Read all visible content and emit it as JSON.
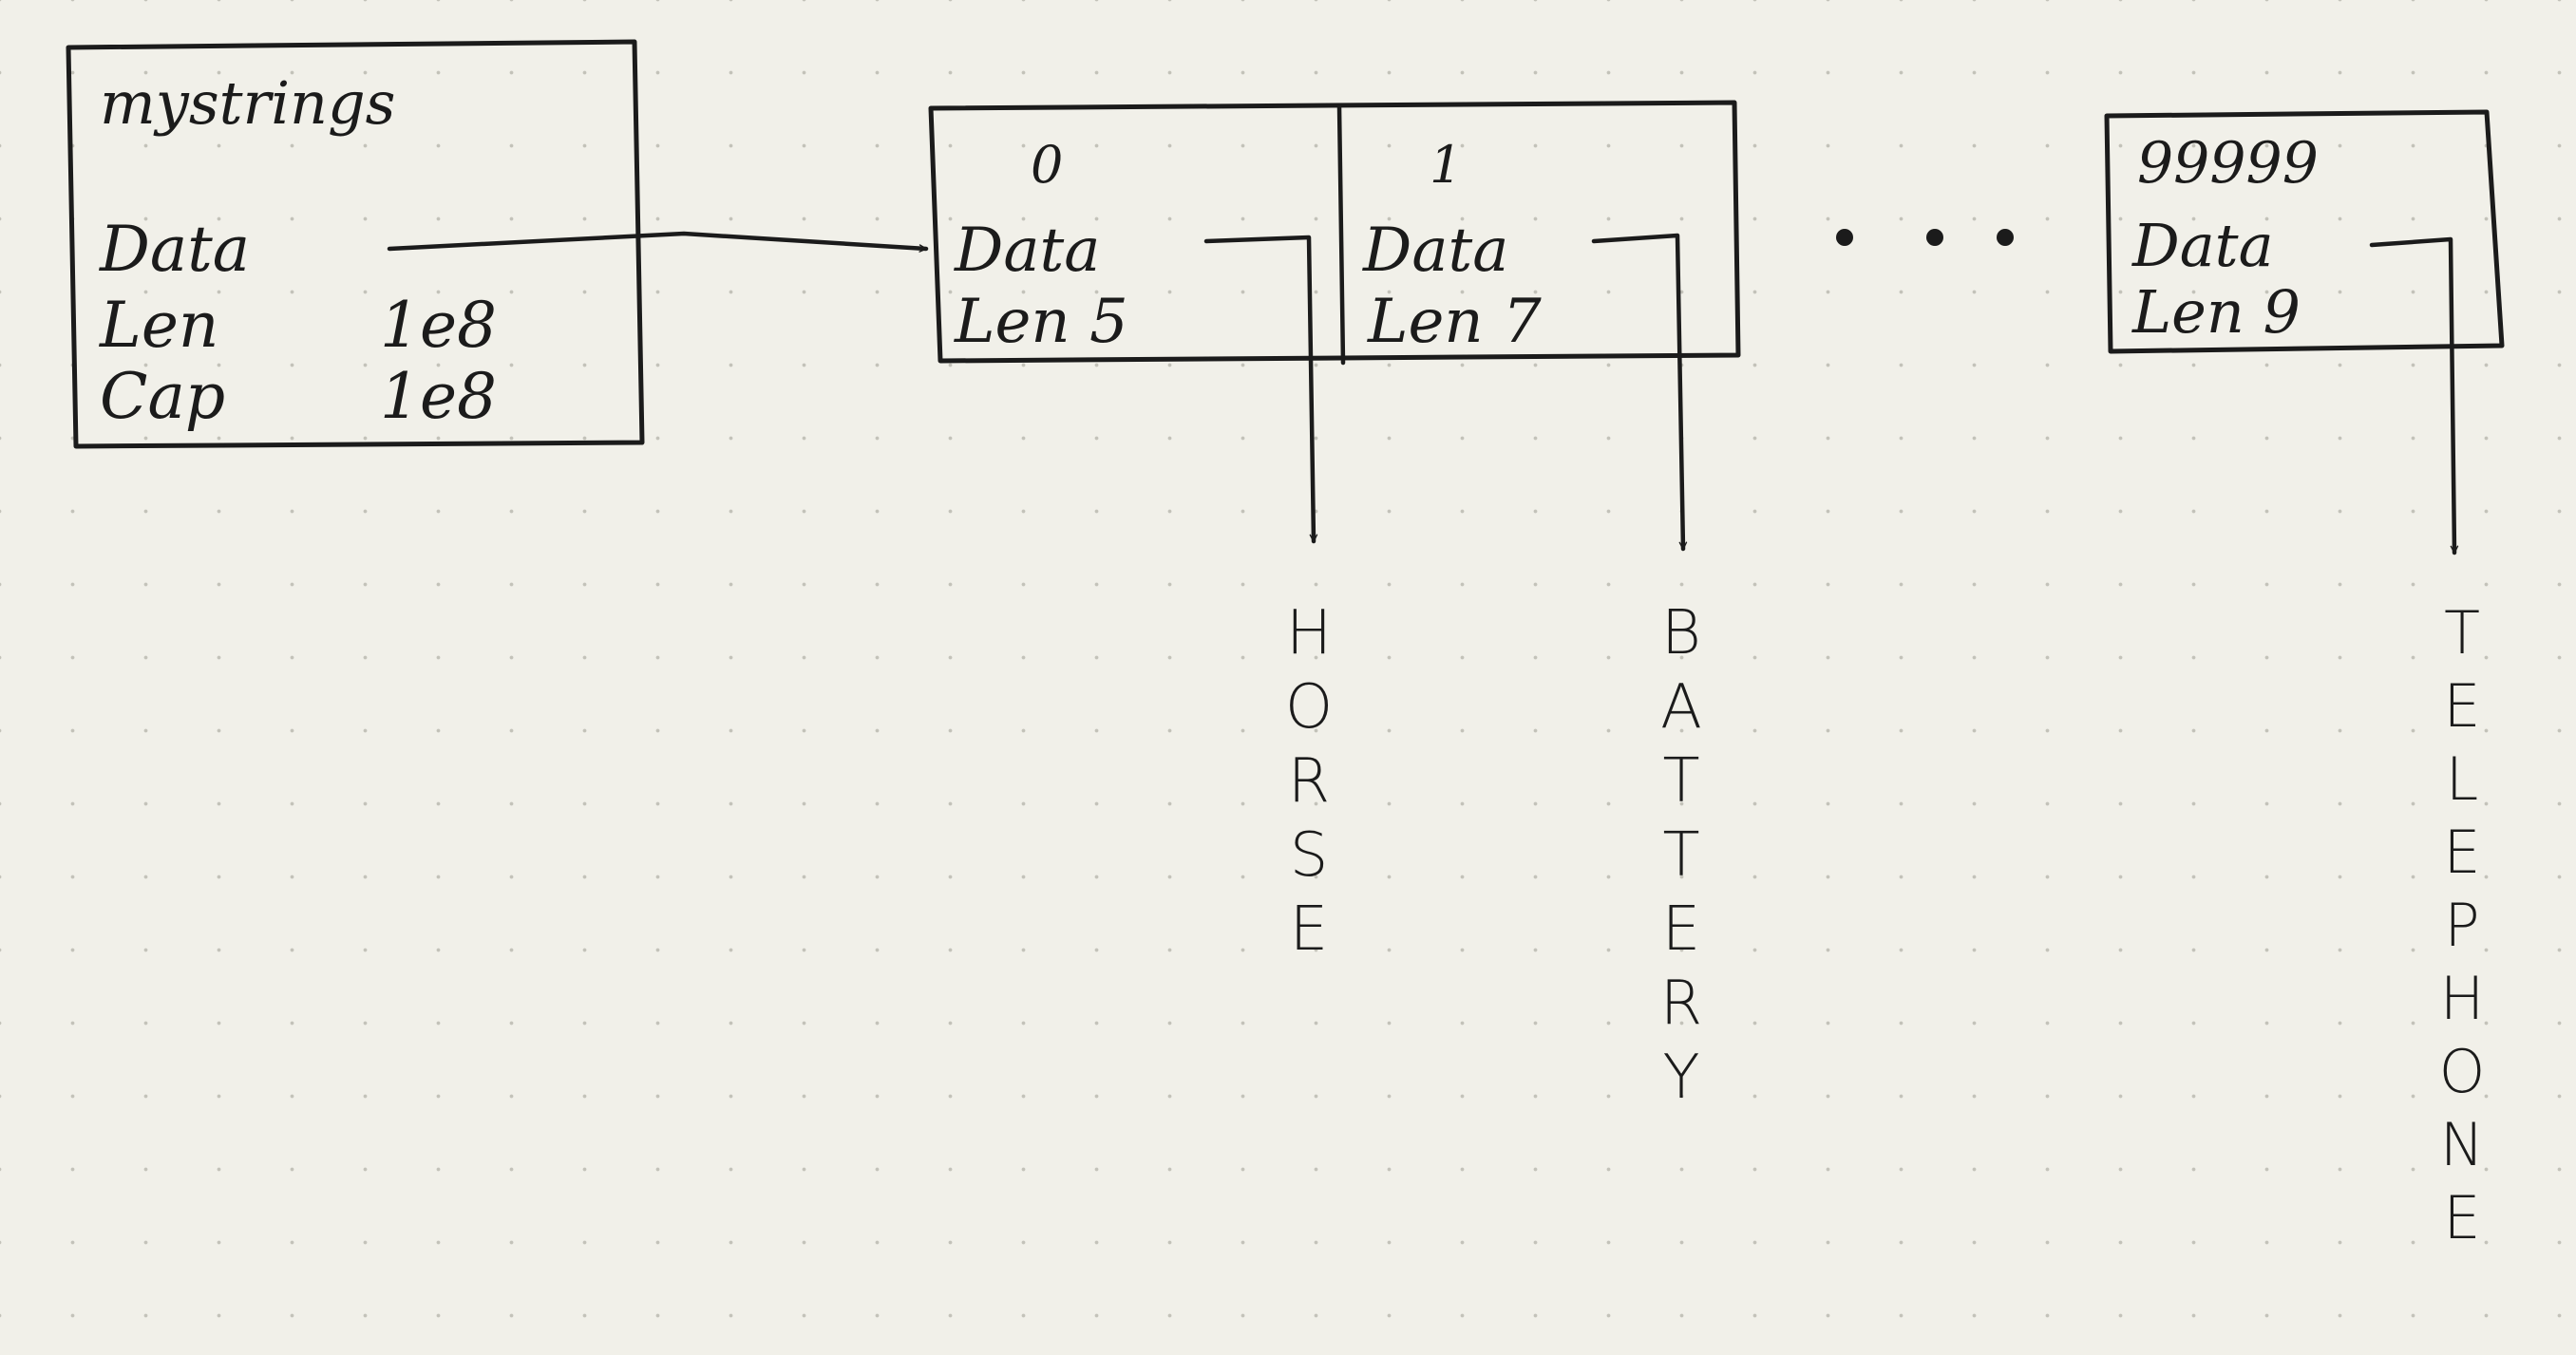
{
  "header": {
    "title": "mystrings",
    "data_label": "Data",
    "len_label": "Len",
    "len_value": "1e8",
    "cap_label": "Cap",
    "cap_value": "1e8"
  },
  "elements": [
    {
      "index": "0",
      "data_label": "Data",
      "len_text": "Len 5",
      "letters": [
        "H",
        "O",
        "R",
        "S",
        "E"
      ]
    },
    {
      "index": "1",
      "data_label": "Data",
      "len_text": "Len 7",
      "letters": [
        "B",
        "A",
        "T",
        "T",
        "E",
        "R",
        "Y"
      ]
    },
    {
      "index": "99999",
      "data_label": "Data",
      "len_text": "Len 9",
      "letters": [
        "T",
        "E",
        "L",
        "E",
        "P",
        "H",
        "O",
        "N",
        "E"
      ]
    }
  ],
  "ellipsis": ". . ."
}
